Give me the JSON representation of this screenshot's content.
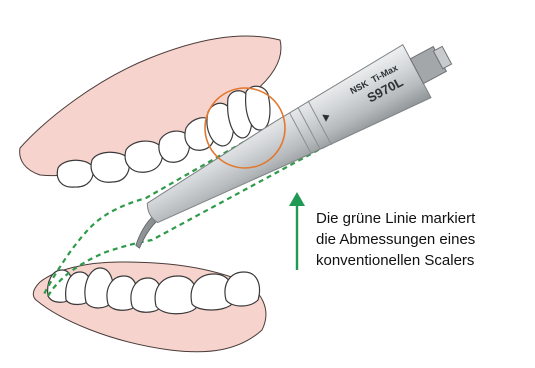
{
  "handpiece": {
    "brand": "NSK",
    "line": "Ti-Max",
    "model": "S970L"
  },
  "caption": {
    "lines": [
      "Die grüne Linie markiert",
      "die Abmessungen eines",
      "konventionellen Scalers"
    ]
  },
  "colors": {
    "outline_green": "#2e9a4a",
    "arrow_green": "#1f9a55",
    "highlight_circle": "#e2782f",
    "gum_pink": "#f6d3cc",
    "metal": "#c9ccce"
  }
}
